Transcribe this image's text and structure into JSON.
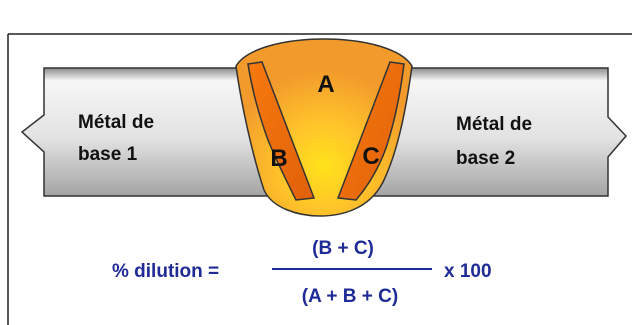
{
  "diagram": {
    "left_plate_label": [
      "Métal de",
      "base 1"
    ],
    "right_plate_label": [
      "Métal de",
      "base 2"
    ],
    "zone_a": "A",
    "zone_b": "B",
    "zone_c": "C"
  },
  "formula": {
    "lhs": "% dilution =",
    "numerator": "(B + C)",
    "denominator": "(A + B + C)",
    "multiplier": "x 100"
  },
  "colors": {
    "weld": "#f4a52a",
    "weld_center": "#ffd21f",
    "fusion_zone": "#f07010",
    "plate_light": "#f4f4f4",
    "plate_dark": "#a8a8a8",
    "formula_text": "#1f2b96"
  }
}
